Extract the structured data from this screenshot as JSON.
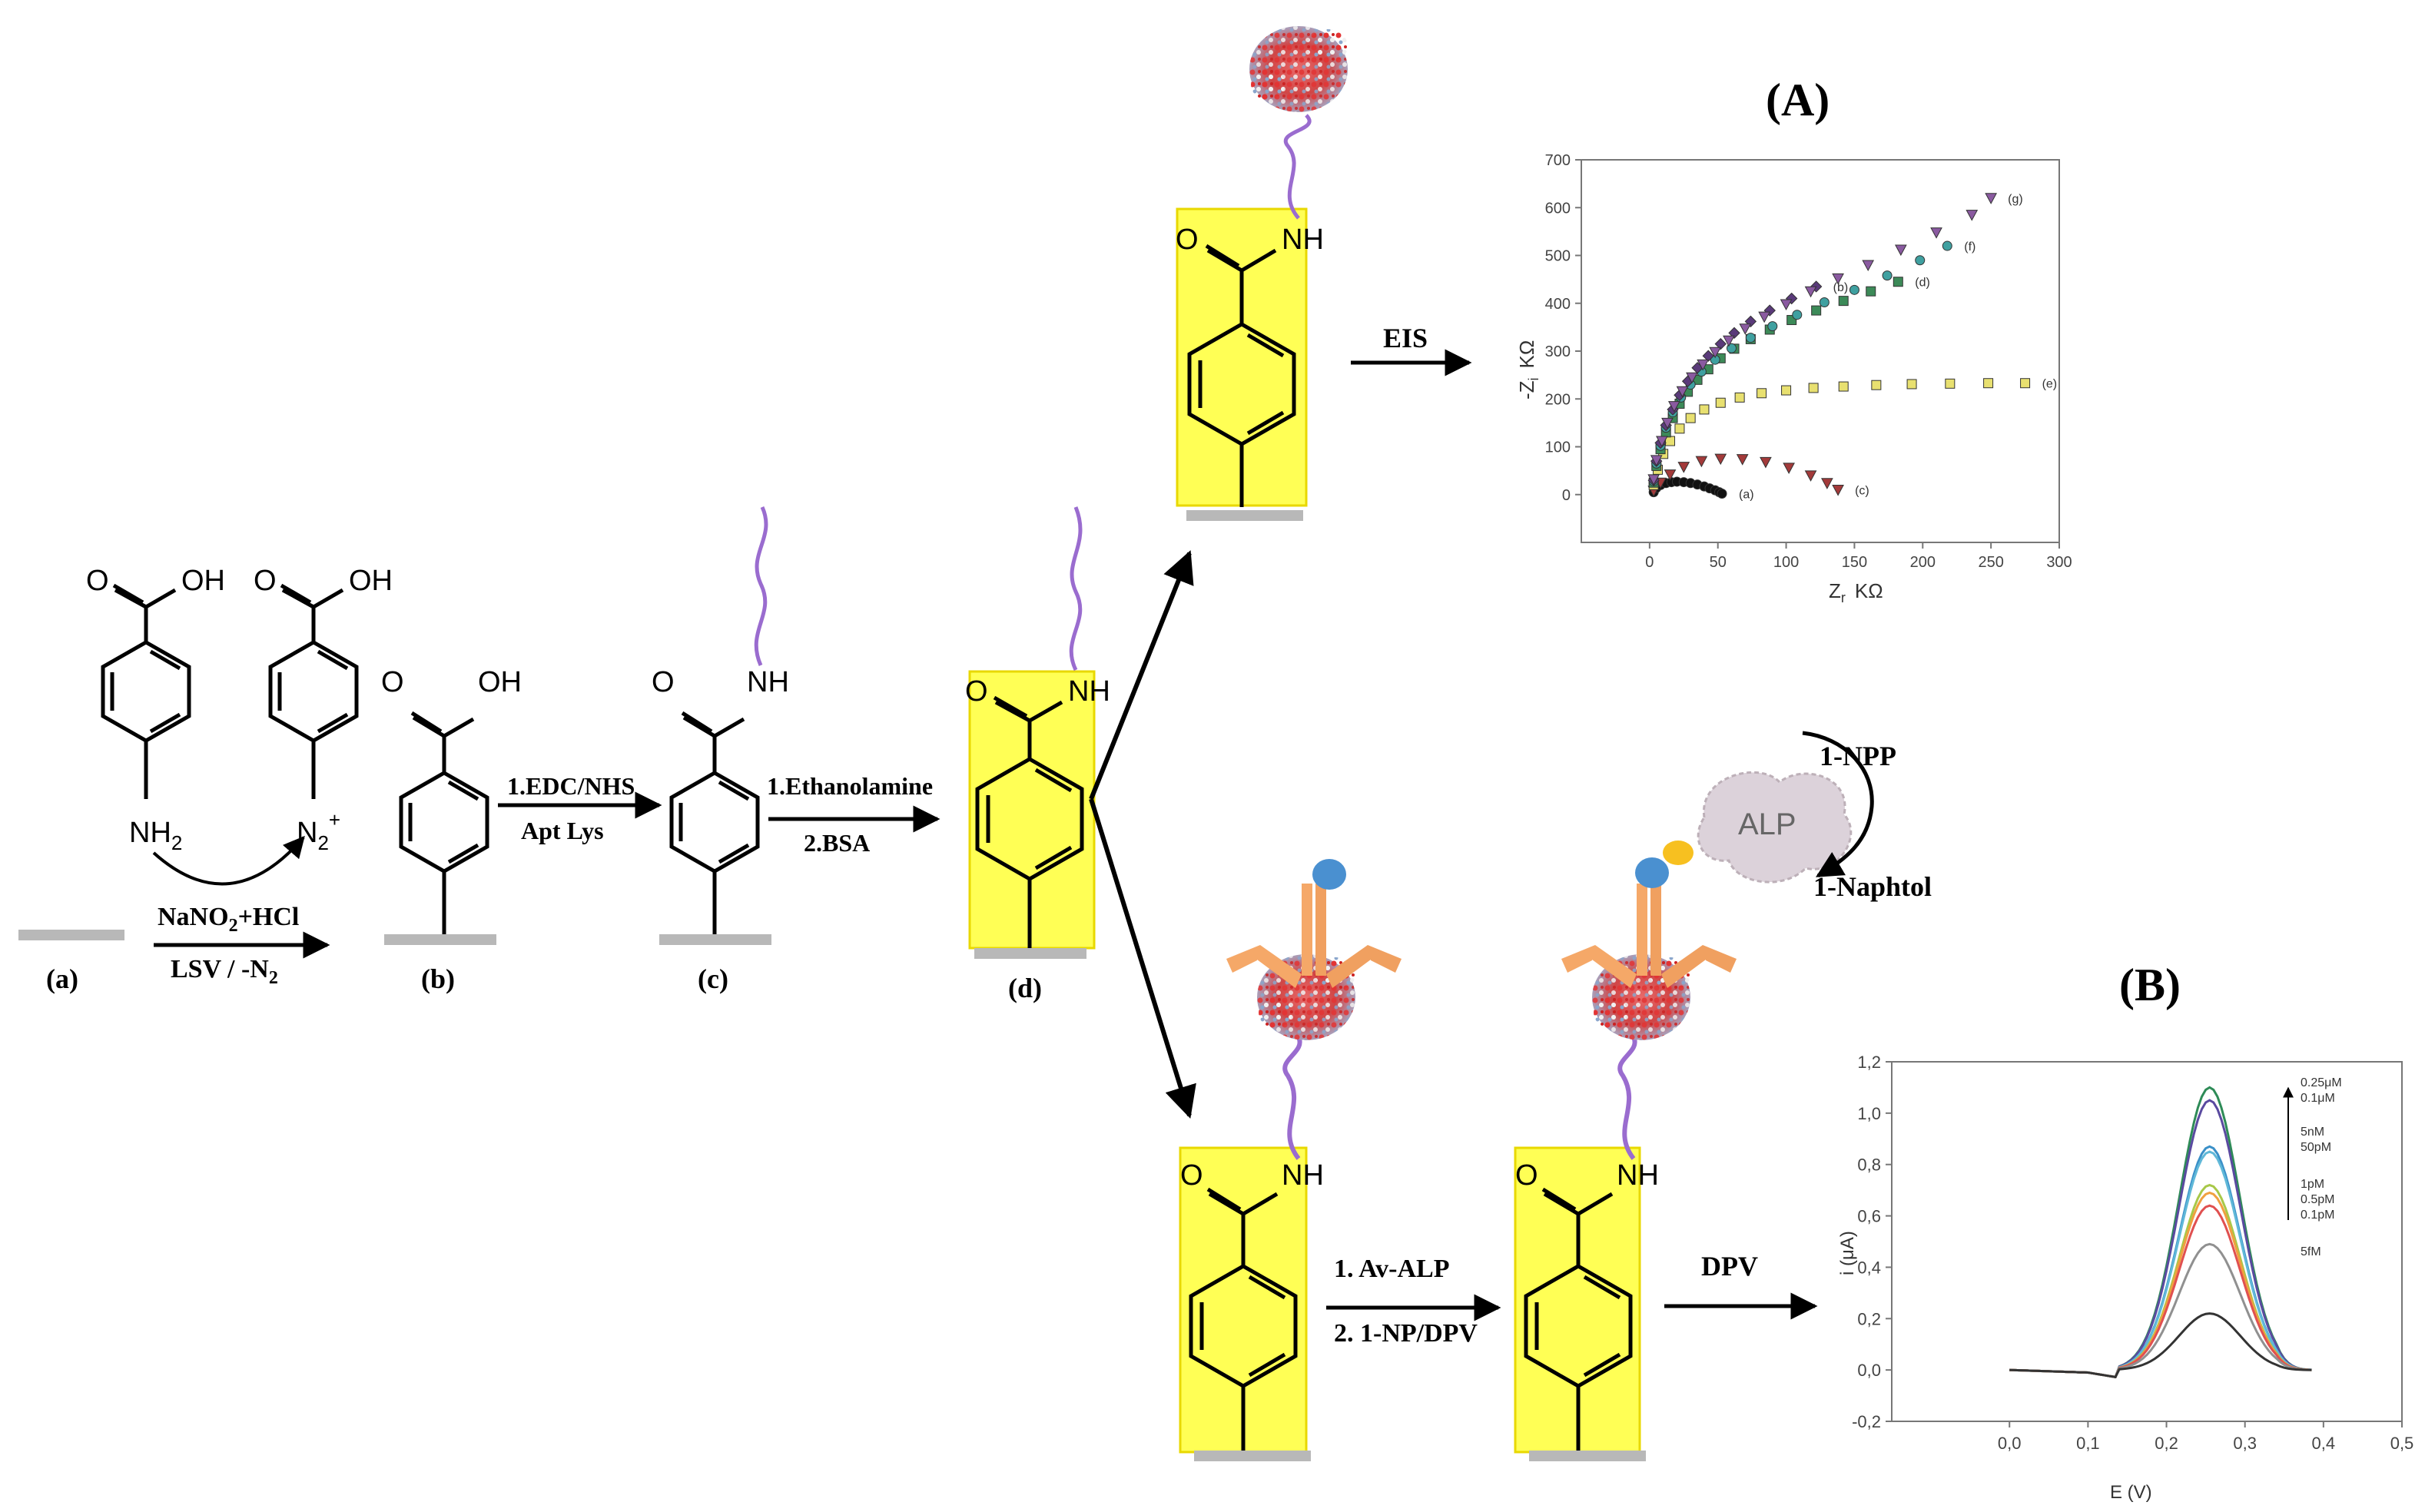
{
  "panels": {
    "a": "(A)",
    "b": "(B)"
  },
  "stage_labels": [
    "(a)",
    "(b)",
    "(c)",
    "(d)"
  ],
  "atoms": {
    "O": "O",
    "OH": "OH",
    "NH": "NH",
    "NH2": "NH",
    "NH2_sub": "2",
    "N2": "N",
    "N2_sub": "2",
    "N2_sup": "+"
  },
  "steps": {
    "s1_top": "NaNO",
    "s1_top_sub": "2",
    "s1_top_rest": "+HCl",
    "s1_bot": "LSV /  -N",
    "s1_bot_sub": "2",
    "s2_top": "1.EDC/NHS",
    "s2_bot": "Apt Lys",
    "s3_top": "1.Ethanolamine",
    "s3_bot": "2.BSA",
    "eis": "EIS",
    "s5_top": "1. Av-ALP",
    "s5_bot": "2. 1-NP/DPV",
    "dpv": "DPV"
  },
  "enzyme": {
    "alp": "ALP",
    "substrate": "1-NPP",
    "product": "1-Naphtol"
  },
  "colors": {
    "highlight": "#ffff55",
    "linker": "#9a6ccf",
    "antibody": "#f5a868",
    "electrode": "#b8b8b8",
    "arrow": "#000000"
  },
  "chart_data": [
    {
      "type": "scatter",
      "title": "",
      "xlabel": "Z",
      "xlabel_sub": "r",
      "xlabel_unit": "KΩ",
      "ylabel": "-Z",
      "ylabel_sub": "i",
      "ylabel_unit": "KΩ",
      "xlim": [
        -50,
        300
      ],
      "ylim": [
        -100,
        700
      ],
      "x_ticks": [
        "0",
        "50",
        "100",
        "150",
        "200",
        "250",
        "300"
      ],
      "y_ticks": [
        "0",
        "100",
        "200",
        "300",
        "400",
        "500",
        "600",
        "700"
      ],
      "grid": false,
      "series": [
        {
          "name": "(a)",
          "marker": "circle",
          "color": "#111111",
          "x": [
            3,
            5,
            8,
            12,
            16,
            20,
            25,
            30,
            35,
            40,
            44,
            48,
            51,
            53
          ],
          "y": [
            5,
            14,
            20,
            24,
            26,
            27,
            26,
            24,
            21,
            17,
            13,
            9,
            5,
            2
          ]
        },
        {
          "name": "(c)",
          "marker": "triangle-down",
          "color": "#a33a3a",
          "x": [
            3,
            8,
            15,
            25,
            38,
            52,
            68,
            85,
            102,
            118,
            130,
            138
          ],
          "y": [
            8,
            25,
            42,
            58,
            70,
            75,
            74,
            68,
            56,
            40,
            24,
            10
          ]
        },
        {
          "name": "(e)",
          "marker": "square",
          "color": "#e8e070",
          "x": [
            3,
            6,
            10,
            15,
            22,
            30,
            40,
            52,
            66,
            82,
            100,
            120,
            142,
            166,
            192,
            220,
            248,
            275
          ],
          "y": [
            20,
            52,
            85,
            112,
            138,
            160,
            178,
            192,
            203,
            212,
            218,
            223,
            226,
            229,
            231,
            232,
            233,
            233
          ]
        },
        {
          "name": "(d)",
          "marker": "square",
          "color": "#3c8a58",
          "x": [
            3,
            5,
            8,
            12,
            17,
            22,
            28,
            35,
            43,
            52,
            62,
            74,
            88,
            104,
            122,
            142,
            162,
            182
          ],
          "y": [
            25,
            60,
            95,
            130,
            160,
            190,
            215,
            240,
            262,
            285,
            305,
            325,
            345,
            365,
            385,
            405,
            425,
            445
          ]
        },
        {
          "name": "(f)",
          "marker": "circle",
          "color": "#3fa0a0",
          "x": [
            3,
            5,
            8,
            12,
            17,
            23,
            30,
            38,
            48,
            60,
            74,
            90,
            108,
            128,
            150,
            174,
            198,
            218
          ],
          "y": [
            28,
            65,
            102,
            140,
            172,
            203,
            230,
            257,
            282,
            306,
            328,
            352,
            376,
            402,
            428,
            458,
            490,
            520
          ]
        },
        {
          "name": "(b)",
          "marker": "diamond",
          "color": "#5a3a7a",
          "x": [
            3,
            5,
            8,
            12,
            17,
            22,
            28,
            35,
            43,
            52,
            62,
            74,
            88,
            104,
            122
          ],
          "y": [
            30,
            70,
            108,
            145,
            178,
            208,
            237,
            265,
            290,
            315,
            338,
            362,
            385,
            410,
            435
          ]
        },
        {
          "name": "(g)",
          "marker": "triangle-down",
          "color": "#8a5aa0",
          "x": [
            3,
            5,
            9,
            13,
            18,
            24,
            31,
            39,
            48,
            58,
            70,
            84,
            100,
            118,
            138,
            160,
            184,
            210,
            236,
            250
          ],
          "y": [
            32,
            72,
            112,
            150,
            185,
            216,
            245,
            272,
            298,
            322,
            347,
            372,
            398,
            425,
            452,
            480,
            512,
            548,
            585,
            620
          ]
        }
      ]
    },
    {
      "type": "line",
      "title": "",
      "xlabel": "E (V)",
      "ylabel": "i (μA)",
      "xlim": [
        -0.15,
        0.5
      ],
      "ylim": [
        -0.2,
        1.2
      ],
      "x_ticks": [
        "0,0",
        "0,1",
        "0,2",
        "0,3",
        "0,4",
        "0,5"
      ],
      "y_ticks": [
        "-0,2",
        "0,0",
        "0,2",
        "0,4",
        "0,6",
        "0,8",
        "1,0",
        "1,2"
      ],
      "grid": false,
      "legend": [
        "0.25μM",
        "0.1μM",
        "5nM",
        "50pM",
        "1pM",
        "0.5pM",
        "0.1pM",
        "5fM"
      ],
      "series": [
        {
          "peak": 1.1,
          "color": "#2e8b57"
        },
        {
          "peak": 1.05,
          "color": "#5a4aa0"
        },
        {
          "peak": 0.87,
          "color": "#3a90c8"
        },
        {
          "peak": 0.85,
          "color": "#60b8d8"
        },
        {
          "peak": 0.72,
          "color": "#a8c848"
        },
        {
          "peak": 0.69,
          "color": "#f0a040"
        },
        {
          "peak": 0.64,
          "color": "#e05050"
        },
        {
          "peak": 0.49,
          "color": "#909090"
        },
        {
          "peak": 0.22,
          "color": "#333333"
        }
      ]
    }
  ]
}
